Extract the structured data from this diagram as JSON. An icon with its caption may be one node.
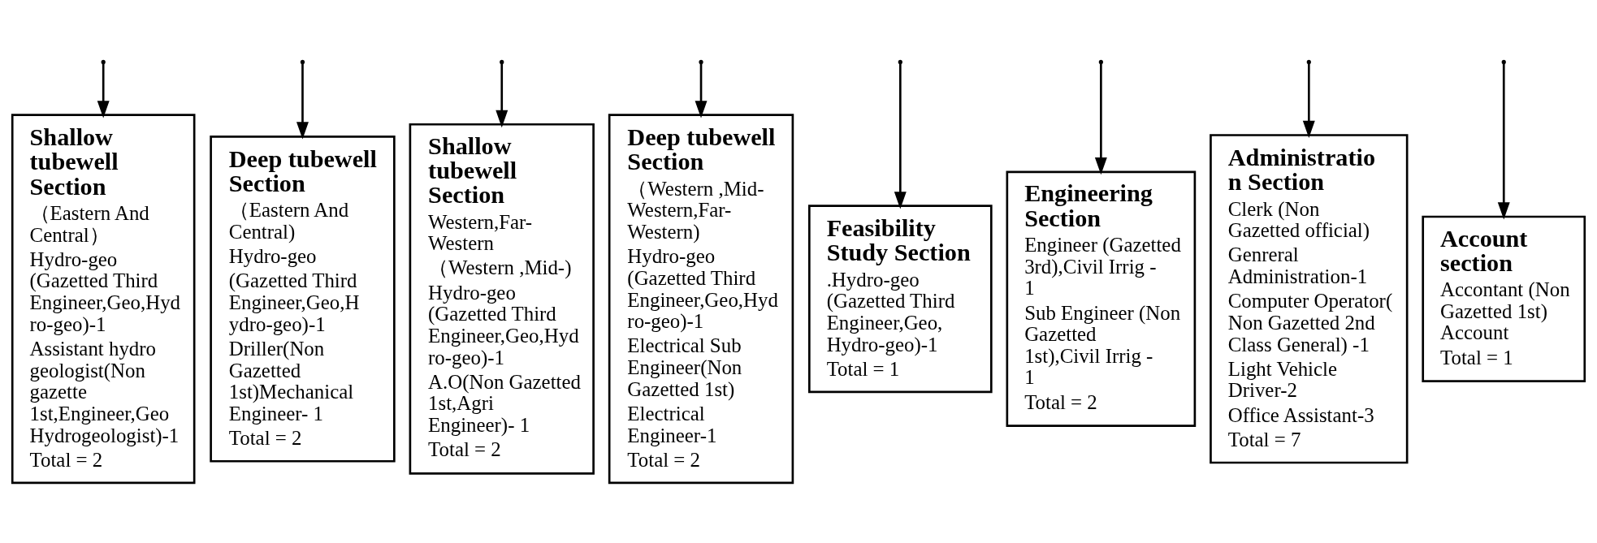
{
  "diagram": {
    "nodes": [
      {
        "text": [
          "Shallow tubewell Section",
          "（Eastern And Central）",
          "Hydro-geo (Gazetted Third Engineer,Geo,Hyd ro-geo)-1",
          "Assistant hydro geologist(Non gazette 1st,Engineer,Geo Hydrogeologist)-1",
          "Total = 2"
        ]
      },
      {
        "text": [
          "Deep tubewell Section",
          "（Eastern And Central)",
          "Hydro-geo",
          "(Gazetted Third Engineer,Geo,H ydro-geo)-1",
          "Driller(Non Gazetted 1st)Mechanical Engineer- 1",
          "Total = 2"
        ]
      },
      {
        "text": [
          "Shallow tubewell Section",
          "Western,Far- Western",
          "（Western ,Mid-)",
          "Hydro-geo (Gazetted Third Engineer,Geo,Hyd ro-geo)-1",
          "A.O(Non Gazetted 1st,Agri Engineer)- 1",
          "Total = 2"
        ]
      },
      {
        "text": [
          "Deep tubewell Section",
          "（Western ,Mid- Western,Far- Western)",
          "Hydro-geo (Gazetted Third Engineer,Geo,Hyd ro-geo)-1",
          "Electrical Sub Engineer(Non Gazetted 1st)",
          "Electrical Engineer-1",
          "Total = 2"
        ]
      },
      {
        "text": [
          "Feasibility Study Section",
          ".Hydro-geo (Gazetted Third Engineer,Geo, Hydro-geo)-1",
          "Total = 1"
        ]
      },
      {
        "text": [
          "Engineering Section",
          "Engineer (Gazetted 3rd),Civil Irrig - 1",
          "Sub Engineer (Non Gazetted 1st),Civil Irrig - 1",
          "Total = 2"
        ]
      },
      {
        "text": [
          "Administratio n Section",
          "Clerk (Non Gazetted official)",
          "Genreral Administration-1",
          "Computer Operator( Non Gazetted 2nd Class General) -1",
          "Light Vehicle Driver-2",
          "Office Assistant-3",
          "Total = 7"
        ]
      },
      {
        "text": [
          "Account section",
          "Accontant (Non Gazetted 1st) Account",
          "Total = 1"
        ]
      }
    ],
    "edges": [
      {
        "from": null,
        "to": 0,
        "arrow": "to"
      },
      {
        "from": null,
        "to": 1,
        "arrow": "to"
      },
      {
        "from": null,
        "to": 2,
        "arrow": "to"
      },
      {
        "from": null,
        "to": 3,
        "arrow": "to"
      },
      {
        "from": null,
        "to": 4,
        "arrow": "to"
      },
      {
        "from": null,
        "to": 5,
        "arrow": "to"
      },
      {
        "from": null,
        "to": 6,
        "arrow": "to"
      },
      {
        "from": null,
        "to": 7,
        "arrow": "to"
      }
    ]
  }
}
